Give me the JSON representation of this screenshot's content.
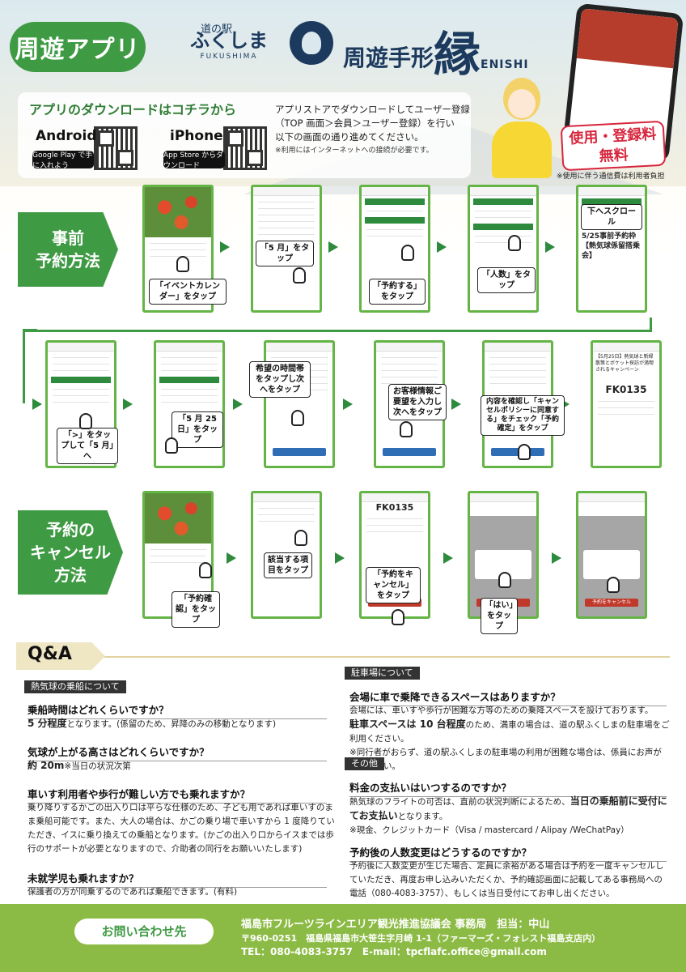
{
  "header": {
    "app_badge": "周遊アプリ",
    "michinoeki_top": "道の駅",
    "michinoeki_name": "ふくしま",
    "michinoeki_roman": "FUKUSHIMA",
    "tegata_label": "周遊手形",
    "enishi_kanji": "縁",
    "enishi_roman": "ENISHI"
  },
  "download": {
    "title": "アプリのダウンロードはコチラから",
    "android_label": "Android",
    "android_store": "Google Play で手に入れよう",
    "iphone_label": "iPhone",
    "iphone_store": "App Store からダウンロード",
    "instructions_1": "アプリストアでダウンロードしてユーザー登録",
    "instructions_2": "（TOP 画面＞会員＞ユーザー登録）を行い",
    "instructions_3": "以下の画面の通り進めてください。",
    "note": "※利用にはインターネットへの接続が必要です。",
    "free_1": "使用・登録料",
    "free_2": "無料",
    "free_note": "※使用に伴う通信費は利用者負担"
  },
  "reserve": {
    "section_label_1": "事前",
    "section_label_2": "予約方法",
    "steps": [
      {
        "caption": "「イベントカレンダー」をタップ"
      },
      {
        "caption": "「5 月」をタップ"
      },
      {
        "caption": "「予約する」をタップ"
      },
      {
        "caption": "「人数」をタップ"
      },
      {
        "caption": "下へスクロール"
      },
      {
        "caption": "「>」をタップして「5 月」へ"
      },
      {
        "caption": "「5 月 25 日」をタップ"
      },
      {
        "caption": "希望の時間帯をタップし次へをタップ"
      },
      {
        "caption": "お客様情報ご要望を入力し次へをタップ"
      },
      {
        "caption": "内容を確認し「キャンセルポリシーに同意する」をチェック「予約確定」をタップ"
      }
    ],
    "event_title": "5/25事前予約枠【熱気球係留搭乗会】",
    "code": "FK0135",
    "event_detail": "【5月25日】熱気球と新緑散策とボケット探訪が満喫されるキャンペーン"
  },
  "cancel": {
    "section_label_1": "予約の",
    "section_label_2": "キャンセル",
    "section_label_3": "方法",
    "steps": [
      {
        "caption": "「予約確認」をタップ"
      },
      {
        "caption": "該当する項目をタップ"
      },
      {
        "caption": "「予約をキャンセル」をタップ"
      },
      {
        "caption": "「はい」をタップ"
      }
    ],
    "code": "FK0135",
    "cancel_button": "予約をキャンセル"
  },
  "qa": {
    "title": "Q&A",
    "balloon_category": "熱気球の乗船について",
    "balloon": [
      {
        "q": "乗船時間はどれくらいですか？",
        "a_bold": "5 分程度",
        "a_rest": "となります。(係留のため、昇降のみの移動となります)"
      },
      {
        "q": "気球が上がる高さはどれくらいですか？",
        "a_bold": "約 20m",
        "a_rest": "※当日の状況次第"
      },
      {
        "q": "車いす利用者や歩行が難しい方でも乗れますか？",
        "a_rest": "乗り降りするかごの出入り口は平らな仕様のため、子ども用であれば車いすのまま乗船可能です。また、大人の場合は、かごの乗り場で車いすから 1 度降りていただき、イスに乗り換えての乗船となります。(かごの出入り口からイスまでは歩行のサポートが必要となりますので、介助者の同行をお願いいたします)"
      },
      {
        "q": "未就学児も乗れますか？",
        "a_rest": "保護者の方が同乗するのであれば乗船できます。(有料)"
      }
    ],
    "parking_category": "駐車場について",
    "parking": {
      "q": "会場に車で乗降できるスペースはありますか？",
      "a1": "会場には、車いすや歩行が困難な方等のための乗降スペースを設けております。",
      "a2_bold": "駐車スペースは 10 台程度",
      "a2_rest": "のため、満車の場合は、道の駅ふくしまの駐車場をご利用ください。",
      "a3": "※同行者がおらず、道の駅ふくしまの駐車場の利用が困難な場合は、係員にお声がけください。"
    },
    "other_category": "その他",
    "other": [
      {
        "q": "料金の支払いはいつするのですか？",
        "a1": "熱気球のフライトの可否は、直前の状況判断によるため、",
        "a1_bold": "当日の乗船前に受付にてお支払い",
        "a1_rest": "となります。",
        "a2": "※現金、クレジットカード（Visa / mastercard / Alipay /WeChatPay）"
      },
      {
        "q": "予約後の人数変更はどうするのですか？",
        "a1": "予約後に人数変更が生じた場合、定員に余裕がある場合は予約を一度キャンセルしていただき、再度お申し込みいただくか、予約確認画面に記載してある事務局への電話（080-4083-3757）、もしくは当日受付にてお申し出ください。"
      }
    ]
  },
  "footer": {
    "contact_label": "お問い合わせ先",
    "org": "福島市フルーツラインエリア観光推進協議会 事務局　担当：中山",
    "address": "〒960-0251　福島県福島市大笹生字月崎 1-1（ファーマーズ・フォレスト福島支店内）",
    "contact": "TEL：080-4083-3757　E-mail：tpcflafc.office@gmail.com"
  },
  "colors": {
    "green": "#3f9a44",
    "navy": "#1c3a5e",
    "red": "#d7263d",
    "footer": "#8cbb45"
  }
}
